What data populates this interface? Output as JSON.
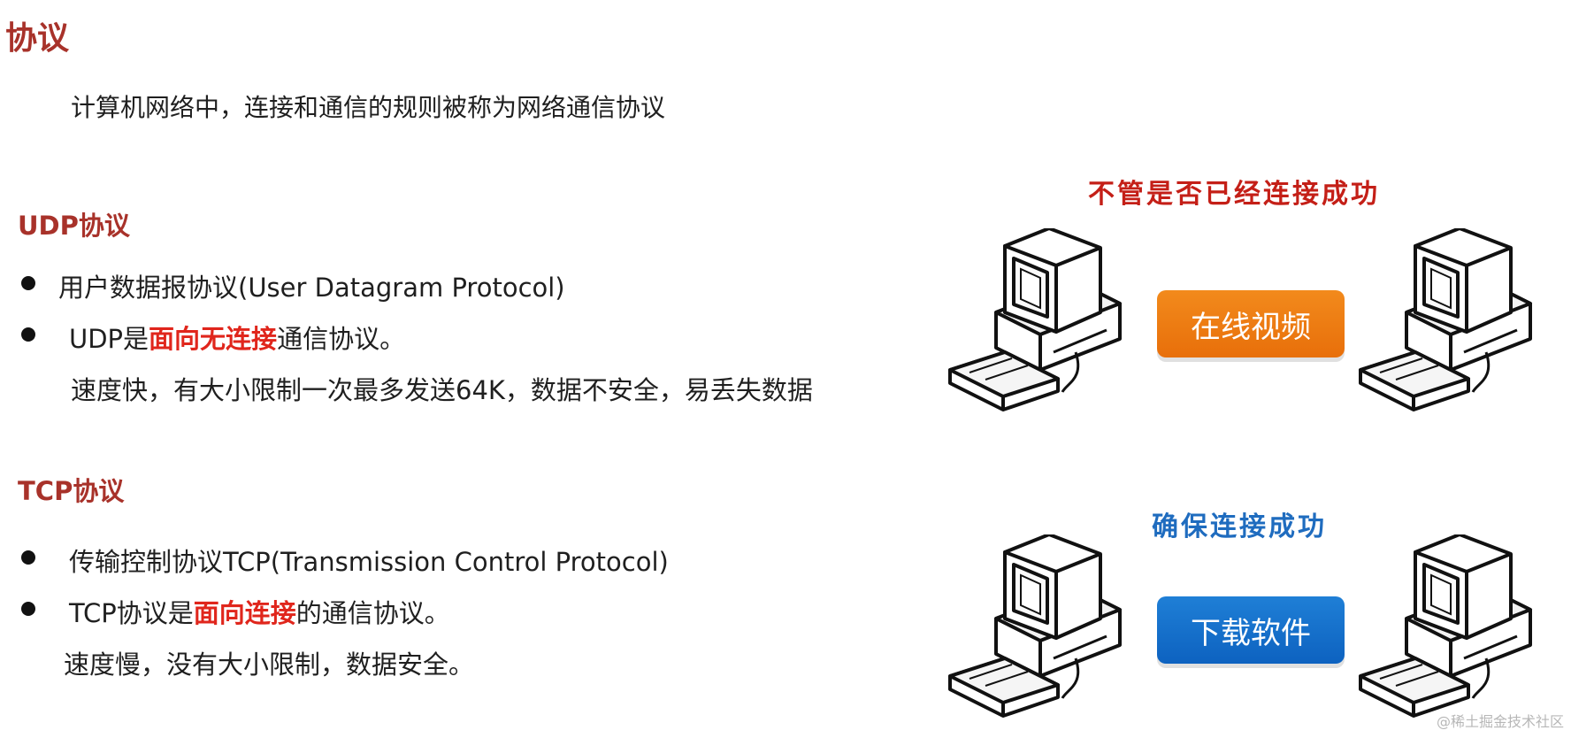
{
  "title": "协议",
  "intro": "计算机网络中，连接和通信的规则被称为网络通信协议",
  "udp": {
    "heading": "UDP协议",
    "bullet1": "用户数据报协议(User Datagram Protocol)",
    "bullet2_prefix": "UDP是",
    "bullet2_highlight": "面向无连接",
    "bullet2_suffix": "通信协议。",
    "detail": "速度快，有大小限制一次最多发送64K，数据不安全，易丢失数据"
  },
  "tcp": {
    "heading": "TCP协议",
    "bullet1": "传输控制协议TCP(Transmission Control Protocol)",
    "bullet2_prefix": "TCP协议是",
    "bullet2_highlight": "面向连接",
    "bullet2_suffix": "的通信协议。",
    "detail": "速度慢，没有大小限制，数据安全。"
  },
  "diagram": {
    "udp_caption": "不管是否已经连接成功",
    "udp_label": "在线视频",
    "tcp_caption": "确保连接成功",
    "tcp_label": "下载软件"
  },
  "watermark": "@稀土掘金技术社区",
  "colors": {
    "heading": "#a8322a",
    "highlight": "#e0261c",
    "udp_caption": "#c41f17",
    "tcp_caption": "#1f6cbf",
    "udp_pill": "#e8760f",
    "tcp_pill": "#0f68c4"
  }
}
